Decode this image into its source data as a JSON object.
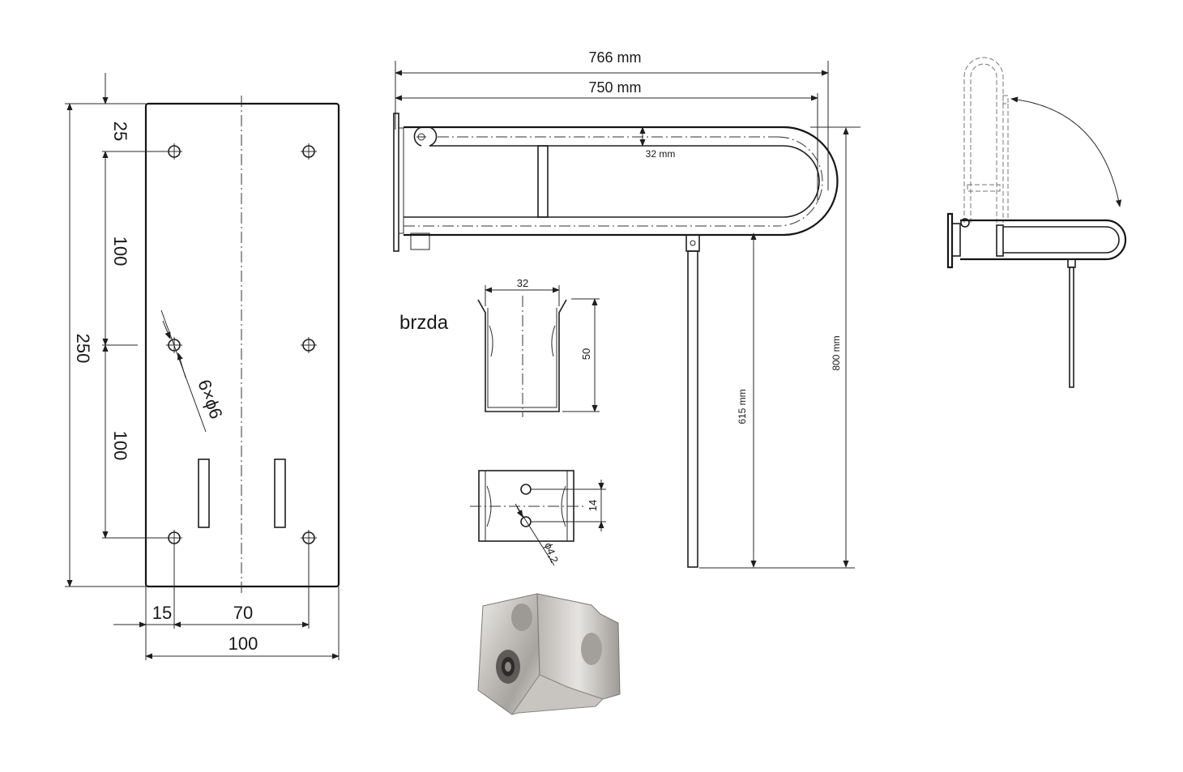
{
  "plate": {
    "dim_top": "25",
    "dim_mid_upper": "100",
    "dim_total_height": "250",
    "dim_mid_lower": "100",
    "dim_hole_offset": "15",
    "dim_hole_spacing": "70",
    "dim_width": "100",
    "hole_callout": "6×ϕ6"
  },
  "side_view": {
    "dim_overall": "766 mm",
    "dim_length": "750 mm",
    "dim_tube": "32 mm",
    "dim_leg_height": "615 mm",
    "dim_total_height": "800 mm"
  },
  "brake": {
    "label": "brzda",
    "dim_width": "32",
    "dim_depth": "50",
    "dim_hole_spacing": "14",
    "hole_callout": "ϕ4,2"
  },
  "colors": {
    "line": "#1e1e1e",
    "steel_light": "#d9d6d2",
    "steel_dark": "#8f8b87"
  }
}
